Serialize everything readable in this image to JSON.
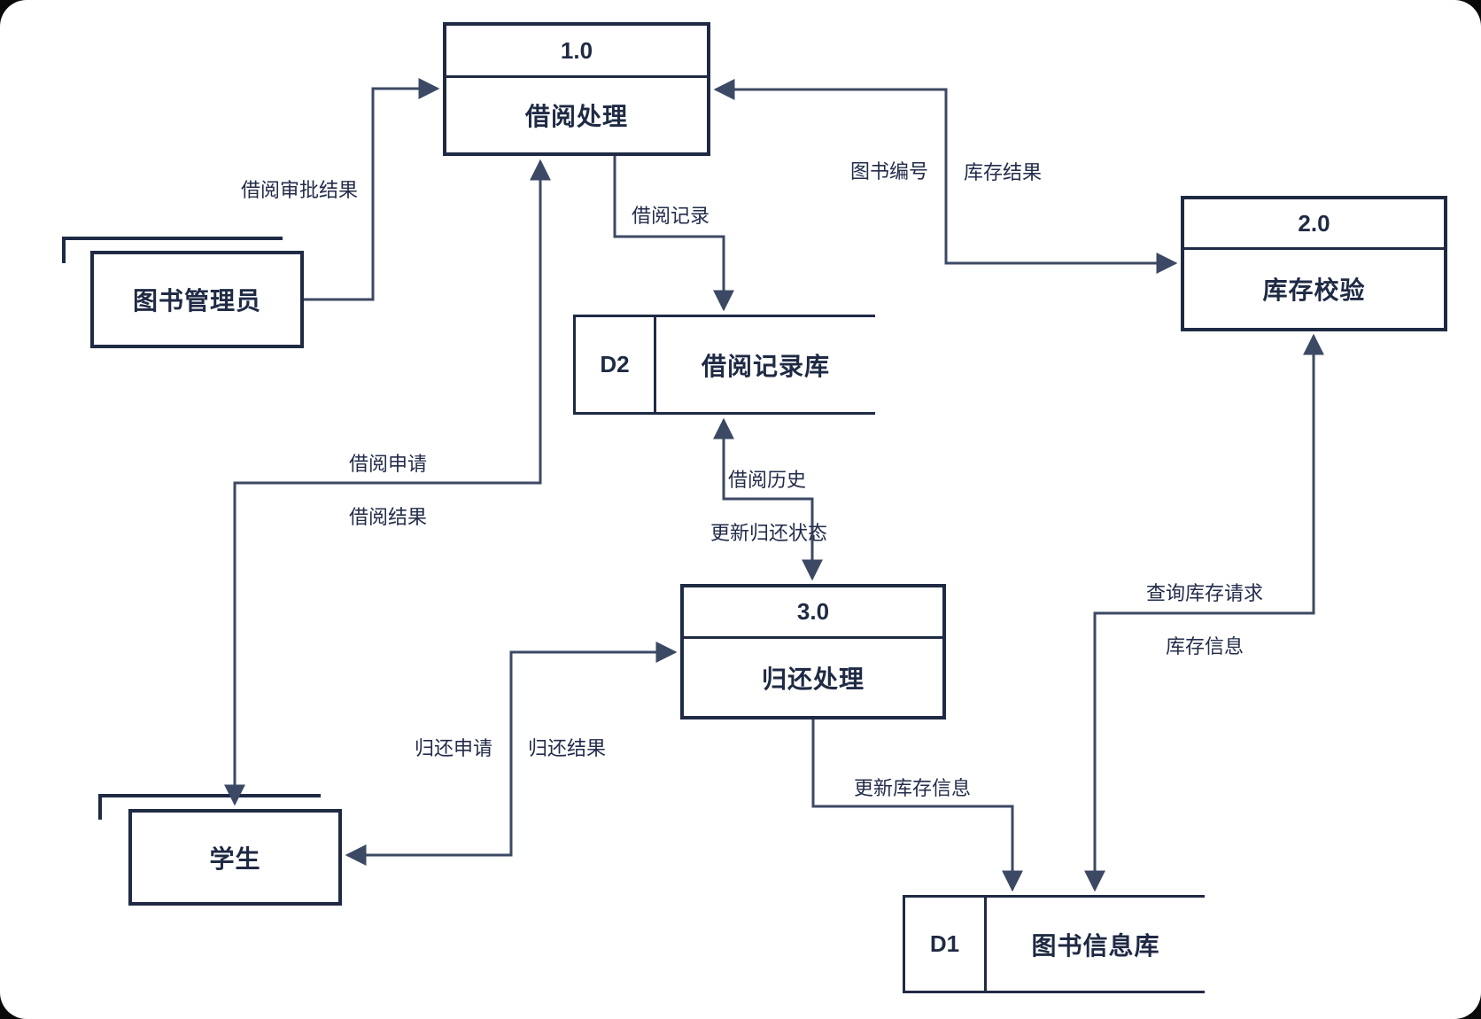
{
  "diagram": {
    "processes": {
      "p1": {
        "number": "1.0",
        "label": "借阅处理"
      },
      "p2": {
        "number": "2.0",
        "label": "库存校验"
      },
      "p3": {
        "number": "3.0",
        "label": "归还处理"
      }
    },
    "stores": {
      "d2": {
        "id": "D2",
        "label": "借阅记录库"
      },
      "d1": {
        "id": "D1",
        "label": "图书信息库"
      }
    },
    "entities": {
      "librarian": {
        "label": "图书管理员"
      },
      "student": {
        "label": "学生"
      }
    },
    "flows": {
      "approval_result": "借阅审批结果",
      "book_number": "图书编号",
      "inventory_result": "库存结果",
      "borrow_record": "借阅记录",
      "borrow_request": "借阅申请",
      "borrow_result": "借阅结果",
      "borrow_history": "借阅历史",
      "update_return_status": "更新归还状态",
      "return_request": "归还申请",
      "return_result": "归还结果",
      "update_inventory": "更新库存信息",
      "query_inventory_request": "查询库存请求",
      "inventory_info": "库存信息"
    },
    "colors": {
      "canvas": "#ffffff",
      "border": "#1f2a44",
      "line": "#3c4964",
      "text": "#232c4a"
    }
  }
}
